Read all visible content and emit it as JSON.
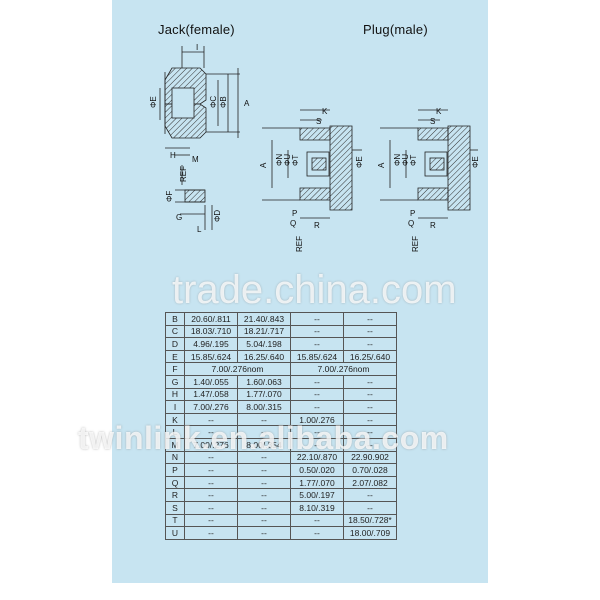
{
  "headers": {
    "jack": "Jack(female)",
    "plug": "Plug(male)"
  },
  "dim_labels": {
    "I": "I",
    "E": "ΦE",
    "C": "ΦC",
    "B": "ΦB",
    "A": "A",
    "H": "H",
    "M": "M",
    "REF": "REF",
    "F": "ΦF",
    "G": "G",
    "D": "ΦD",
    "L": "L",
    "K": "K",
    "S": "S",
    "N": "ΦN",
    "U": "ΦU",
    "T": "ΦT",
    "P": "P",
    "Q": "Q",
    "R": "R"
  },
  "table": {
    "rows": [
      {
        "dim": "B",
        "v1": "20.60/.811",
        "v2": "21.40/.843",
        "v3": "--",
        "v4": "--"
      },
      {
        "dim": "C",
        "v1": "18.03/.710",
        "v2": "18.21/.717",
        "v3": "--",
        "v4": "--"
      },
      {
        "dim": "D",
        "v1": "4.96/.195",
        "v2": "5.04/.198",
        "v3": "--",
        "v4": "--"
      },
      {
        "dim": "E",
        "v1": "15.85/.624",
        "v2": "16.25/.640",
        "v3": "15.85/.624",
        "v4": "16.25/.640"
      },
      {
        "dim": "F",
        "jack": "7.00/.276nom",
        "plug": "7.00/.276nom"
      },
      {
        "dim": "G",
        "v1": "1.40/.055",
        "v2": "1.60/.063",
        "v3": "--",
        "v4": "--"
      },
      {
        "dim": "H",
        "v1": "1.47/.058",
        "v2": "1.77/.070",
        "v3": "--",
        "v4": "--"
      },
      {
        "dim": "I",
        "v1": "7.00/.276",
        "v2": "8.00/.315",
        "v3": "--",
        "v4": "--"
      },
      {
        "dim": "K",
        "v1": "--",
        "v2": "--",
        "v3": "1.00/.276",
        "v4": "--"
      },
      {
        "dim": "L",
        "v1": "--",
        "v2": "--",
        "v3": "--",
        "v4": "--"
      },
      {
        "dim": "M",
        "v1": "7.00/.276",
        "v2": "8.00/.354",
        "v3": "--",
        "v4": "--"
      },
      {
        "dim": "N",
        "v1": "--",
        "v2": "--",
        "v3": "22.10/.870",
        "v4": "22.90.902"
      },
      {
        "dim": "P",
        "v1": "--",
        "v2": "--",
        "v3": "0.50/.020",
        "v4": "0.70/.028"
      },
      {
        "dim": "Q",
        "v1": "--",
        "v2": "--",
        "v3": "1.77/.070",
        "v4": "2.07/.082"
      },
      {
        "dim": "R",
        "v1": "--",
        "v2": "--",
        "v3": "5.00/.197",
        "v4": "--"
      },
      {
        "dim": "S",
        "v1": "--",
        "v2": "--",
        "v3": "8.10/.319",
        "v4": "--"
      },
      {
        "dim": "T",
        "v1": "--",
        "v2": "--",
        "v3": "--",
        "v4": "18.50/.728*"
      },
      {
        "dim": "U",
        "v1": "--",
        "v2": "--",
        "v3": "--",
        "v4": "18.00/.709"
      }
    ]
  },
  "watermarks": {
    "trade": "trade.china.com",
    "brand": "twinlink.en.alibaba.com"
  }
}
